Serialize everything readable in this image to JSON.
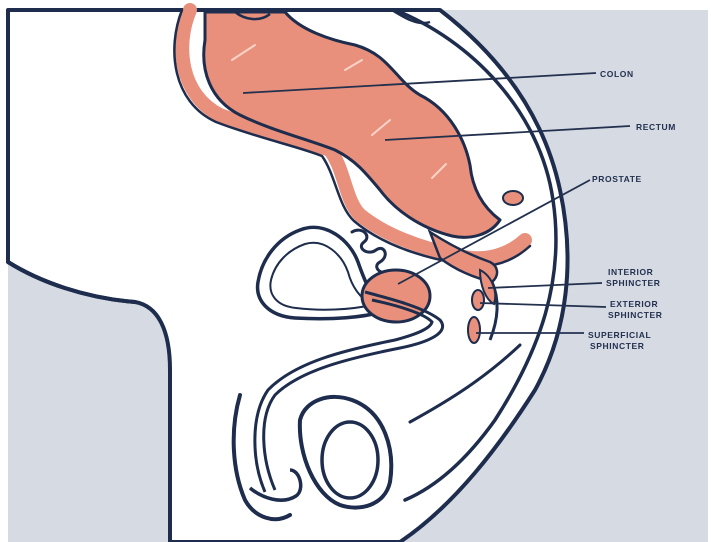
{
  "labels": {
    "colon": "COLON",
    "rectum": "RECTUM",
    "prostate": "PROSTATE",
    "interior_line1": "INTERIOR",
    "interior_line2": "SPHINCTER",
    "exterior_line1": "EXTERIOR",
    "exterior_line2": "SPHINCTER",
    "superficial_line1": "SUPERFICIAL",
    "superficial_line2": "SPHINCTER"
  },
  "colors": {
    "outline": "#1e2d4d",
    "tissue": "#e8907b",
    "tissue_light": "#f1ae9c",
    "background_panel": "#d5dae3",
    "skin": "#ffffff"
  }
}
